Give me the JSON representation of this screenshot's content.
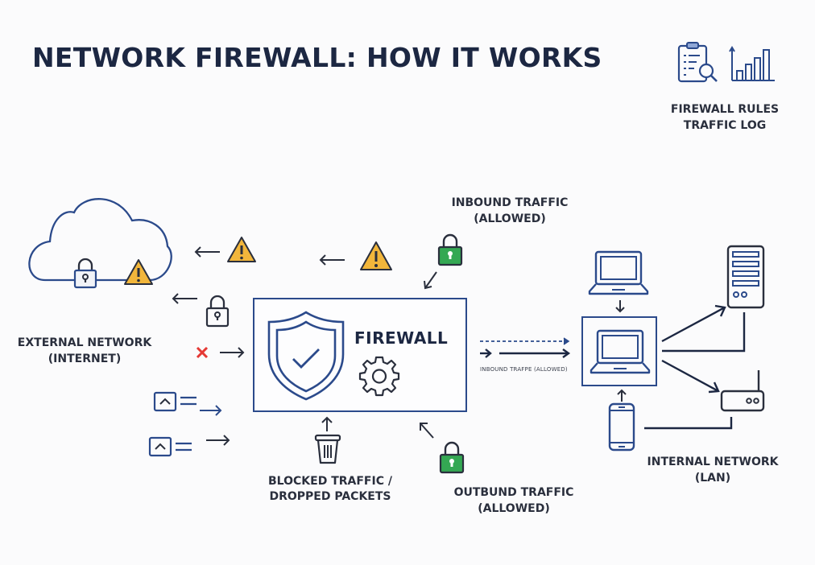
{
  "title": "NETWORK FIREWALL: HOW IT WORKS",
  "top_right": {
    "line1": "FIREWALL RULES",
    "line2": "TRAFFIC LOG",
    "icons": [
      "clipboard-search-icon",
      "bar-chart-icon"
    ]
  },
  "external": {
    "line1": "EXTERNAL NETWORK",
    "line2": "(INTERNET)"
  },
  "firewall": {
    "label": "FIREWALL"
  },
  "inbound": {
    "line1": "INBOUND TRAFFIC",
    "line2": "(ALLOWED)"
  },
  "inbound_small": "INBOUND TRAFPE (ALLOWED)",
  "blocked": {
    "line1": "BLOCKED TRAFFIC /",
    "line2": "DROPPED PACKETS"
  },
  "outbound": {
    "line1": "OUTBUND TRAFFIC",
    "line2": "(ALLOWED)"
  },
  "internal": {
    "line1": "INTERNAL NETWORK",
    "line2": "(LAN)"
  },
  "colors": {
    "primary": "#2b4a8b",
    "dark": "#1c2742",
    "warning": "#f2b63b",
    "allowed": "#34a853",
    "blocked": "#e53935"
  }
}
